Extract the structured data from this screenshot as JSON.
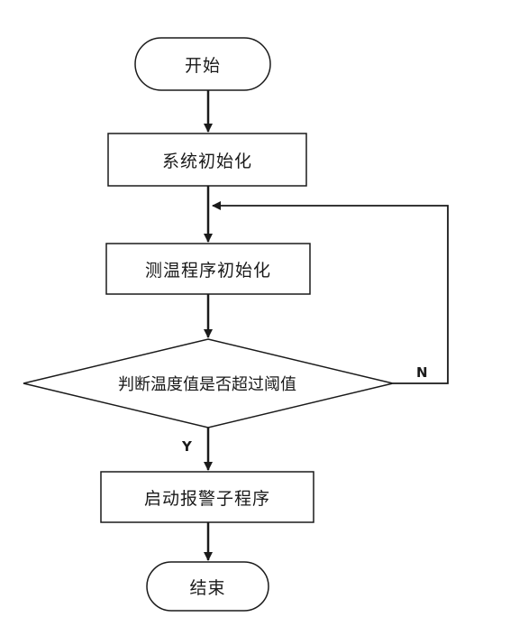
{
  "nodes": {
    "start": "开始",
    "init_system": "系统初始化",
    "init_temp": "测温程序初始化",
    "decision": "判断温度值是否超过阈值",
    "alarm": "启动报警子程序",
    "end": "结束"
  },
  "edges": {
    "yes": "Y",
    "no": "N"
  },
  "colors": {
    "stroke": "#1a1a1a",
    "background": "#ffffff"
  }
}
